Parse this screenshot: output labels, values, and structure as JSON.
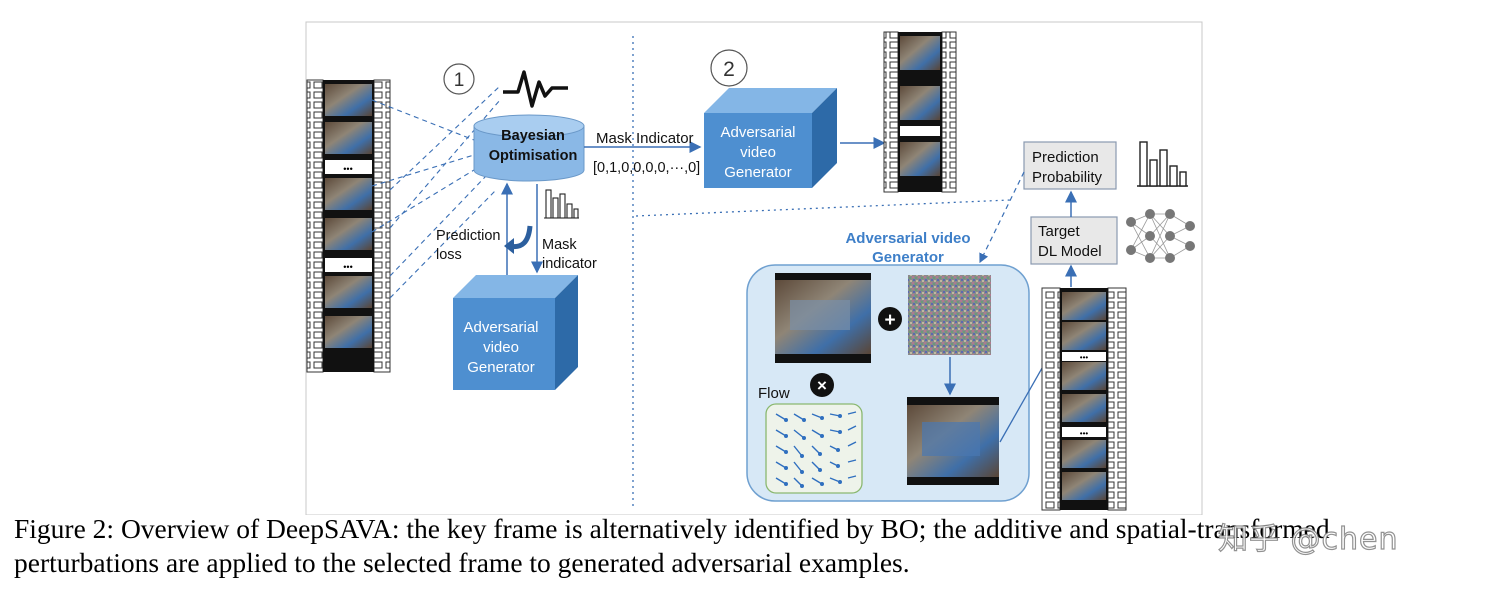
{
  "figure": {
    "step1_marker": "1",
    "step2_marker": "2",
    "bo_title_line1": "Bayesian",
    "bo_title_line2": "Optimisation",
    "mask_indicator_top": "Mask Indicator",
    "mask_vector": "[0,1,0,0,0,0,···,0]",
    "prediction_loss_line1": "Prediction",
    "prediction_loss_line2": "loss",
    "mask_indicator_line1": "Mask",
    "mask_indicator_line2": "indicator",
    "generator_left": [
      "Adversarial",
      "video",
      "Generator"
    ],
    "generator_top": [
      "Adversarial",
      "video",
      "Generator"
    ],
    "panel_title_line1": "Adversarial video",
    "panel_title_line2": "Generator",
    "prediction_prob_line1": "Prediction",
    "prediction_prob_line2": "Probability",
    "target_model_line1": "Target",
    "target_model_line2": "DL Model",
    "flow_label": "Flow",
    "ellipsis": "•••",
    "plus_symbol": "+",
    "times_symbol": "×",
    "colors": {
      "cube_front": "#4e8fd0",
      "cube_top": "#84b6e6",
      "cube_side": "#2d6aa8",
      "bo_body": "#8ab8e6",
      "panel_bg": "#d7e8f6",
      "panel_border": "#6fa0d0",
      "arrow": "#3a6fb5",
      "panel_title": "#3e7fc8"
    },
    "icons": [
      "squiggle-signal-icon",
      "bar-chart-icon",
      "neural-network-icon",
      "plus-icon",
      "times-icon"
    ]
  },
  "caption": {
    "line1": "Figure 2: Overview of DeepSAVA: the key frame is alternatively identified by BO; the additive and spatial-transformed",
    "line2": "perturbations are applied to the selected frame to generated adversarial examples."
  },
  "watermark": "知乎 @chen"
}
